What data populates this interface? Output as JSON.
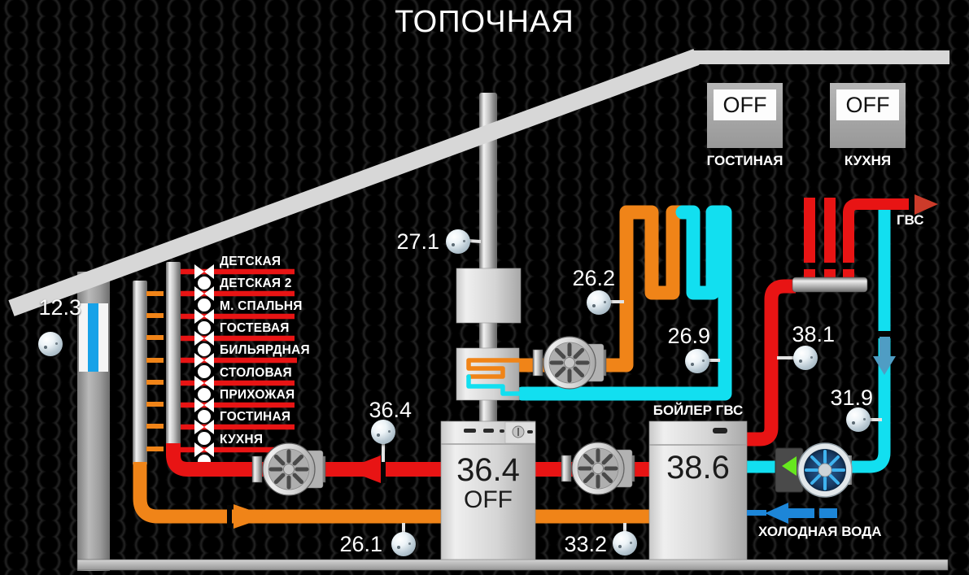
{
  "title": "ТОПОЧНАЯ",
  "zone_switches": [
    {
      "state": "OFF",
      "label": "ГОСТИНАЯ"
    },
    {
      "state": "OFF",
      "label": "КУХНЯ"
    }
  ],
  "manifold_rooms": [
    "ДЕТСКАЯ",
    "ДЕТСКАЯ 2",
    "М. СПАЛЬНЯ",
    "ГОСТЕВАЯ",
    "БИЛЬЯРДНАЯ",
    "СТОЛОВАЯ",
    "ПРИХОЖАЯ",
    "ГОСТИНАЯ",
    "КУХНЯ"
  ],
  "sensors": {
    "expansion_tank": "12.3",
    "flue": "27.1",
    "loop_supply": "26.2",
    "loop_return": "26.9",
    "dhw_feed": "38.1",
    "dhw_outlet": "31.9",
    "boiler_supply": "36.4",
    "heating_return": "26.1",
    "dhw_return": "33.2"
  },
  "main_boiler": {
    "temperature": "36.4",
    "status": "OFF"
  },
  "dhw_boiler": {
    "label": "БОЙЛЕР ГВС",
    "temperature": "38.6"
  },
  "flow_labels": {
    "hot_water_out": "ГВС",
    "cold_water_in": "ХОЛОДНАЯ ВОДА"
  },
  "colors": {
    "supply_red": "#e81414",
    "return_orange": "#f08418",
    "dhw_cyan": "#12dff0",
    "cold_blue": "#1d86d8",
    "flow_arrow_blue": "#4f9dc4",
    "pump_on_green": "#66e71e"
  }
}
